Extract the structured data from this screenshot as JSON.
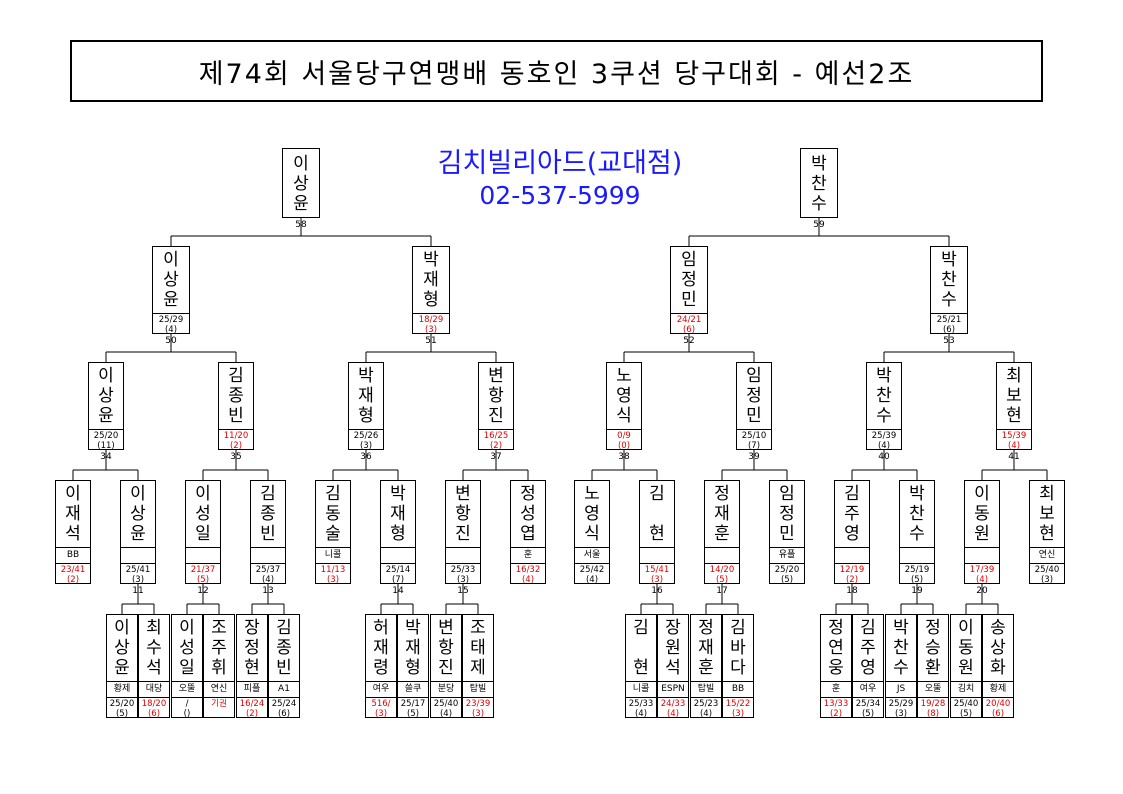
{
  "title": "제74회 서울당구연맹배 동호인 3쿠션 당구대회 - 예선2조",
  "sponsor": {
    "name": "김치빌리아드(교대점)",
    "phone": "02-537-5999"
  },
  "bracket": {
    "finals": [
      {
        "id": "f1",
        "name": "이상윤",
        "match": "58"
      },
      {
        "id": "f2",
        "name": "박찬수",
        "match": "59"
      }
    ],
    "semis": [
      {
        "id": "s1",
        "name": "이상윤",
        "score": "25/29",
        "inn": "(4)",
        "red": false,
        "match": "50"
      },
      {
        "id": "s2",
        "name": "박재형",
        "score": "18/29",
        "inn": "(3)",
        "red": true,
        "match": "51"
      },
      {
        "id": "s3",
        "name": "임정민",
        "score": "24/21",
        "inn": "(6)",
        "red": true,
        "match": "52"
      },
      {
        "id": "s4",
        "name": "박찬수",
        "score": "25/21",
        "inn": "(6)",
        "red": false,
        "match": "53"
      }
    ],
    "quarters": [
      {
        "id": "q1",
        "name": "이상윤",
        "score": "25/20",
        "inn": "(11)",
        "red": false,
        "match": "34"
      },
      {
        "id": "q2",
        "name": "김종빈",
        "score": "11/20",
        "inn": "(2)",
        "red": true,
        "match": "35"
      },
      {
        "id": "q3",
        "name": "박재형",
        "score": "25/26",
        "inn": "(3)",
        "red": false,
        "match": "36"
      },
      {
        "id": "q4",
        "name": "변항진",
        "score": "16/25",
        "inn": "(2)",
        "red": true,
        "match": "37"
      },
      {
        "id": "q5",
        "name": "노영식",
        "score": "0/9",
        "inn": "(0)",
        "red": true,
        "match": "38"
      },
      {
        "id": "q6",
        "name": "임정민",
        "score": "25/10",
        "inn": "(7)",
        "red": false,
        "match": "39"
      },
      {
        "id": "q7",
        "name": "박찬수",
        "score": "25/39",
        "inn": "(4)",
        "red": false,
        "match": "40"
      },
      {
        "id": "q8",
        "name": "최보현",
        "score": "15/39",
        "inn": "(4)",
        "red": true,
        "match": "41"
      }
    ],
    "round1": [
      {
        "id": "r1",
        "name": "이재석",
        "club": "BB",
        "score": "23/41",
        "inn": "(2)",
        "red": true
      },
      {
        "id": "r2",
        "name": "이상윤",
        "club": "",
        "score": "25/41",
        "inn": "(3)",
        "red": false,
        "match": "11"
      },
      {
        "id": "r3",
        "name": "이성일",
        "club": "",
        "score": "21/37",
        "inn": "(5)",
        "red": true,
        "match": "12"
      },
      {
        "id": "r4",
        "name": "김종빈",
        "club": "",
        "score": "25/37",
        "inn": "(4)",
        "red": false,
        "match": "13"
      },
      {
        "id": "r5",
        "name": "김동술",
        "club": "니콜",
        "score": "11/13",
        "inn": "(3)",
        "red": true
      },
      {
        "id": "r6",
        "name": "박재형",
        "club": "",
        "score": "25/14",
        "inn": "(7)",
        "red": false,
        "match": "14"
      },
      {
        "id": "r7",
        "name": "변항진",
        "club": "",
        "score": "25/33",
        "inn": "(3)",
        "red": false,
        "match": "15"
      },
      {
        "id": "r8",
        "name": "정성엽",
        "club": "훈",
        "score": "16/32",
        "inn": "(4)",
        "red": true
      },
      {
        "id": "r9",
        "name": "노영식",
        "club": "서울",
        "score": "25/42",
        "inn": "(4)",
        "red": false
      },
      {
        "id": "r10",
        "name": "김 현",
        "club": "",
        "score": "15/41",
        "inn": "(3)",
        "red": true,
        "match": "16"
      },
      {
        "id": "r11",
        "name": "정재훈",
        "club": "",
        "score": "14/20",
        "inn": "(5)",
        "red": true,
        "match": "17"
      },
      {
        "id": "r12",
        "name": "임정민",
        "club": "유플",
        "score": "25/20",
        "inn": "(5)",
        "red": false
      },
      {
        "id": "r13",
        "name": "김주영",
        "club": "",
        "score": "12/19",
        "inn": "(2)",
        "red": true,
        "match": "18"
      },
      {
        "id": "r14",
        "name": "박찬수",
        "club": "",
        "score": "25/19",
        "inn": "(5)",
        "red": false,
        "match": "19"
      },
      {
        "id": "r15",
        "name": "이동원",
        "club": "",
        "score": "17/39",
        "inn": "(4)",
        "red": true,
        "match": "20"
      },
      {
        "id": "r16",
        "name": "최보현",
        "club": "연신",
        "score": "25/40",
        "inn": "(3)",
        "red": false
      }
    ],
    "prelim": [
      {
        "id": "p1",
        "name": "이상윤",
        "club": "황제",
        "score": "25/20",
        "inn": "(5)",
        "red": false
      },
      {
        "id": "p2",
        "name": "최수석",
        "club": "대당",
        "score": "18/20",
        "inn": "(6)",
        "red": true
      },
      {
        "id": "p3",
        "name": "이성일",
        "club": "오뚤",
        "score": "/",
        "inn": "()",
        "red": false
      },
      {
        "id": "p4",
        "name": "조주휘",
        "club": "연신",
        "score": "기권",
        "inn": "",
        "red": true
      },
      {
        "id": "p5",
        "name": "장정현",
        "club": "피플",
        "score": "16/24",
        "inn": "(2)",
        "red": true
      },
      {
        "id": "p6",
        "name": "김종빈",
        "club": "A1",
        "score": "25/24",
        "inn": "(6)",
        "red": false
      },
      {
        "id": "p7",
        "name": "허재령",
        "club": "여우",
        "score": "516/",
        "inn": "(3)",
        "red": true
      },
      {
        "id": "p8",
        "name": "박재형",
        "club": "쓸쿠",
        "score": "25/17",
        "inn": "(5)",
        "red": false
      },
      {
        "id": "p9",
        "name": "변항진",
        "club": "분당",
        "score": "25/40",
        "inn": "(4)",
        "red": false
      },
      {
        "id": "p10",
        "name": "조태제",
        "club": "탑빌",
        "score": "23/39",
        "inn": "(3)",
        "red": true
      },
      {
        "id": "p11",
        "name": "김 현",
        "club": "니콜",
        "score": "25/33",
        "inn": "(4)",
        "red": false
      },
      {
        "id": "p12",
        "name": "장원석",
        "club": "ESPN",
        "score": "24/33",
        "inn": "(4)",
        "red": true
      },
      {
        "id": "p13",
        "name": "정재훈",
        "club": "탑빌",
        "score": "25/23",
        "inn": "(4)",
        "red": false
      },
      {
        "id": "p14",
        "name": "김바다",
        "club": "BB",
        "score": "15/22",
        "inn": "(3)",
        "red": true
      },
      {
        "id": "p15",
        "name": "정연웅",
        "club": "훈",
        "score": "13/33",
        "inn": "(2)",
        "red": true
      },
      {
        "id": "p16",
        "name": "김주영",
        "club": "여우",
        "score": "25/34",
        "inn": "(5)",
        "red": false
      },
      {
        "id": "p17",
        "name": "박찬수",
        "club": "JS",
        "score": "25/29",
        "inn": "(3)",
        "red": false
      },
      {
        "id": "p18",
        "name": "정승환",
        "club": "오뚤",
        "score": "19/28",
        "inn": "(8)",
        "red": true
      },
      {
        "id": "p19",
        "name": "이동원",
        "club": "김치",
        "score": "25/40",
        "inn": "(5)",
        "red": false
      },
      {
        "id": "p20",
        "name": "송상화",
        "club": "황제",
        "score": "20/40",
        "inn": "(6)",
        "red": true
      }
    ]
  }
}
